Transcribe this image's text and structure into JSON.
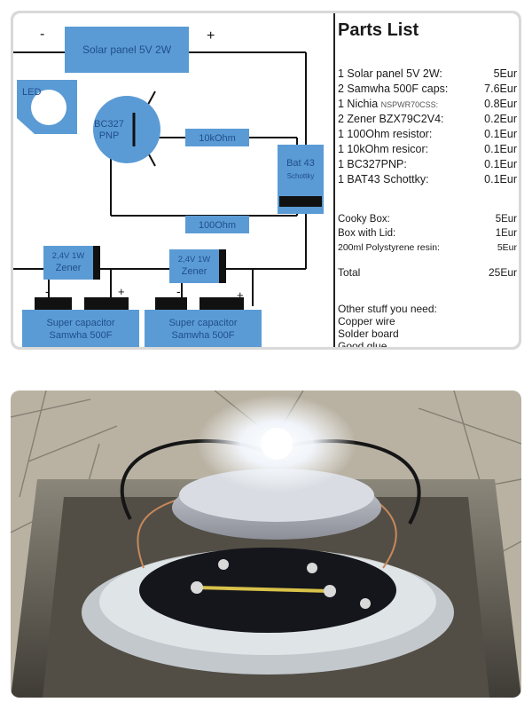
{
  "schematic": {
    "solar_panel": "Solar panel 5V 2W",
    "minus": "-",
    "plus": "+",
    "led": "LED",
    "transistor_line1": "BC327",
    "transistor_line2": "PNP",
    "resistor_10k": "10kOhm",
    "resistor_100": "100Ohm",
    "schottky_line1": "Bat 43",
    "schottky_line2": "Schottky",
    "zener_line1": "2,4V 1W",
    "zener_line2": "Zener",
    "cap_line1": "Super capacitor",
    "cap_line2": "Samwha 500F",
    "colors": {
      "box_fill": "#5b9bd5",
      "box_text": "#1f4e8c",
      "wire": "#111111"
    }
  },
  "parts_list": {
    "title": "Parts List",
    "items": [
      {
        "name": "1 Solar panel 5V 2W:",
        "price": "5Eur"
      },
      {
        "name": "2 Samwha 500F caps:",
        "price": "7.6Eur"
      },
      {
        "name": "1 Nichia",
        "name_small": "NSPWR70CSS:",
        "price": "0.8Eur"
      },
      {
        "name": "2 Zener BZX79C2V4:",
        "price": "0.2Eur"
      },
      {
        "name": "1 100Ohm resistor:",
        "price": "0.1Eur"
      },
      {
        "name": "1 10kOhm resicor:",
        "price": "0.1Eur"
      },
      {
        "name": "1 BC327PNP:",
        "price": "0.1Eur"
      },
      {
        "name": "1 BAT43 Schottky:",
        "price": "0.1Eur"
      }
    ],
    "extras": [
      {
        "name": "Cooky Box:",
        "price": "5Eur"
      },
      {
        "name": "Box with Lid:",
        "price": "1Eur"
      },
      {
        "name": "200ml Polystyrene resin:",
        "price": "5Eur"
      }
    ],
    "total_label": "Total",
    "total_price": "25Eur",
    "other_heading": "Other stuff you need:",
    "other_items": [
      "Copper wire",
      "Solder board",
      "Good glue"
    ]
  }
}
